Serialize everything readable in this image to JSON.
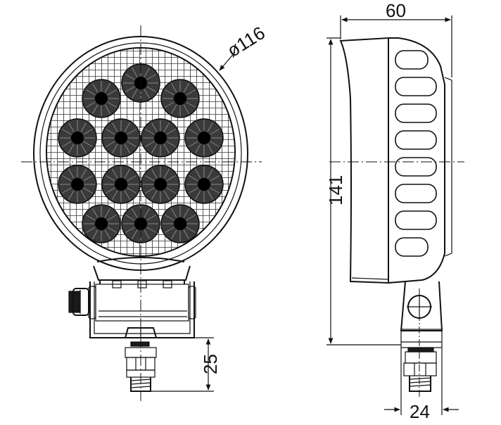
{
  "dimensions": {
    "diameter": "ø116",
    "depth": "60",
    "height": "141",
    "mount_height": "25",
    "bracket_width": "24"
  }
}
